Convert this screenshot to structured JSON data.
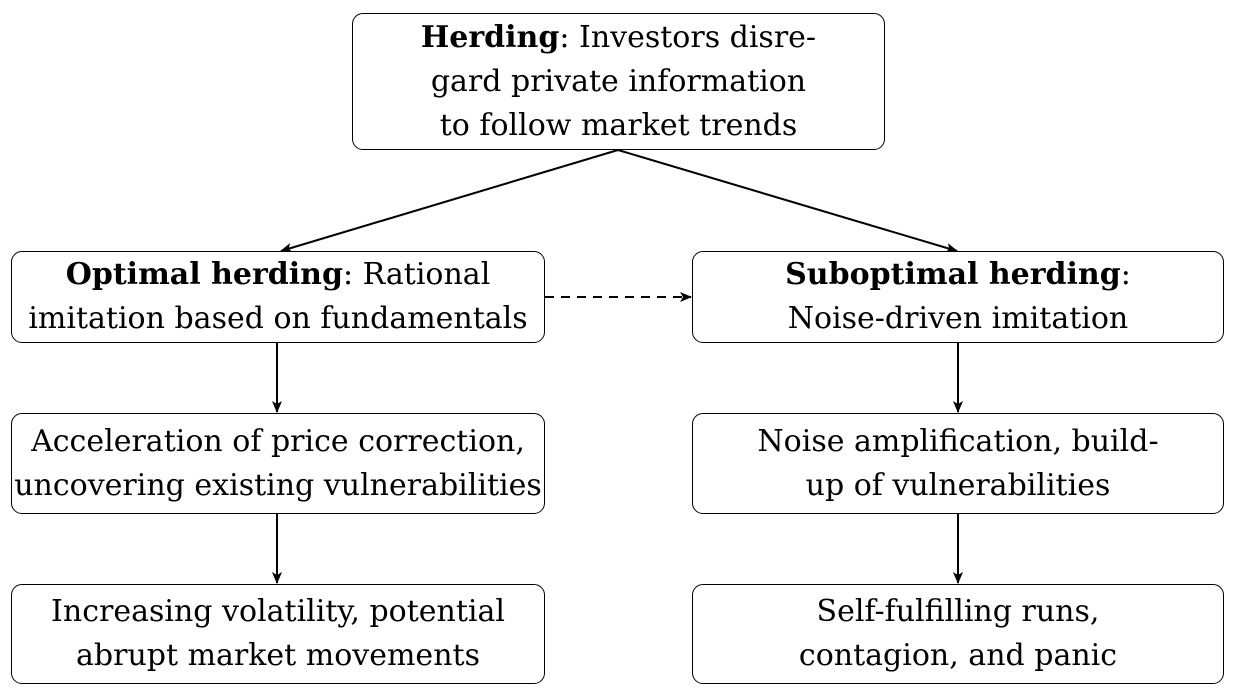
{
  "nodes": {
    "herding": {
      "term": "Herding",
      "line1_rest": ": Investors disre-",
      "line2": "gard private information",
      "line3": "to follow market trends"
    },
    "optimal": {
      "term": "Optimal herding",
      "line1_rest": ": Rational",
      "line2": "imitation based on fundamentals"
    },
    "suboptimal": {
      "term": "Suboptimal herding",
      "line1_rest": ":",
      "line2": "Noise-driven imitation"
    },
    "acceleration": {
      "line1": "Acceleration of price correction,",
      "line2": "uncovering existing vulnerabilities"
    },
    "noise": {
      "line1": "Noise amplification, build-",
      "line2": "up of vulnerabilities"
    },
    "volatility": {
      "line1": "Increasing volatility, potential",
      "line2": "abrupt market movements"
    },
    "runs": {
      "line1": "Self-fulfilling runs,",
      "line2": "contagion, and panic"
    }
  },
  "edges": [
    {
      "from": "herding",
      "to": "optimal",
      "style": "solid"
    },
    {
      "from": "herding",
      "to": "suboptimal",
      "style": "solid"
    },
    {
      "from": "optimal",
      "to": "suboptimal",
      "style": "dashed"
    },
    {
      "from": "optimal",
      "to": "acceleration",
      "style": "solid"
    },
    {
      "from": "acceleration",
      "to": "volatility",
      "style": "solid"
    },
    {
      "from": "suboptimal",
      "to": "noise",
      "style": "solid"
    },
    {
      "from": "noise",
      "to": "runs",
      "style": "solid"
    }
  ]
}
